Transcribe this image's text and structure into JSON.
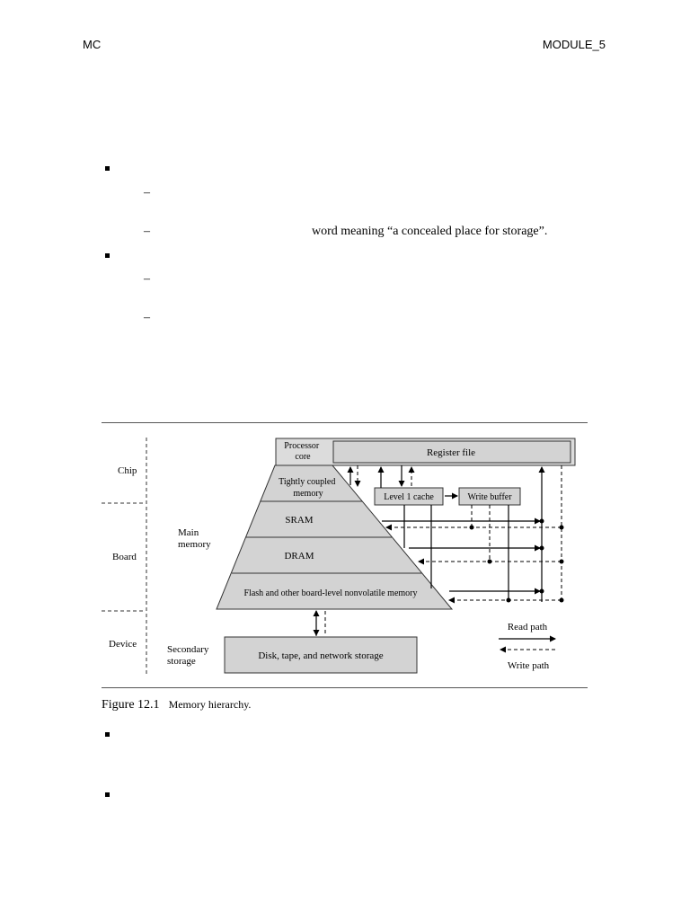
{
  "header": {
    "left": "MC",
    "right": "MODULE_5"
  },
  "body_text": {
    "line_2": "word meaning “a concealed place for storage”."
  },
  "figure": {
    "levels": {
      "chip": "Chip",
      "board": "Board",
      "device": "Device"
    },
    "main_memory": [
      "Main",
      "memory"
    ],
    "secondary_storage": [
      "Secondary",
      "storage"
    ],
    "processor_core": [
      "Processor",
      "core"
    ],
    "register_file": "Register file",
    "tcm": [
      "Tightly coupled",
      "memory"
    ],
    "level1_cache": "Level 1 cache",
    "write_buffer": "Write buffer",
    "sram": "SRAM",
    "dram": "DRAM",
    "flash": "Flash and other board-level nonvolatile memory",
    "disk": "Disk, tape, and network storage",
    "legend_read": "Read path",
    "legend_write": "Write path"
  },
  "caption": {
    "number": "Figure 12.1",
    "text": "Memory hierarchy."
  }
}
